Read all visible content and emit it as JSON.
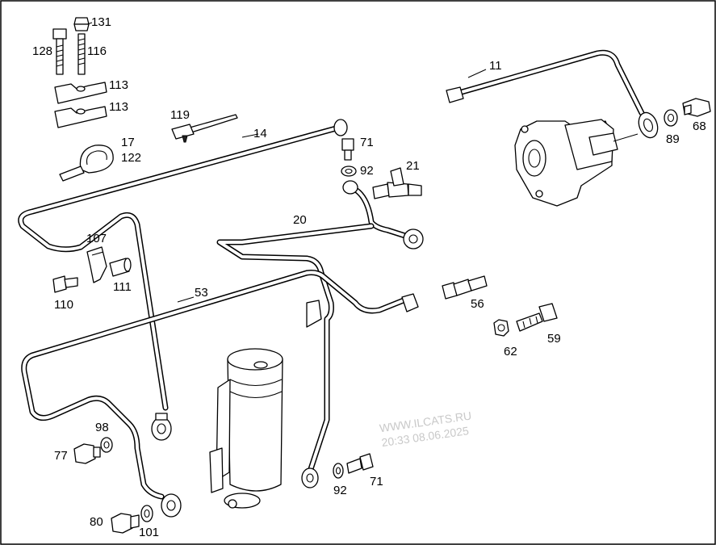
{
  "labels": {
    "p131": "131",
    "p128": "128",
    "p116": "116",
    "p113a": "113",
    "p113b": "113",
    "p119": "119",
    "p14": "14",
    "p17": "17",
    "p122": "122",
    "p11": "11",
    "p71a": "71",
    "p92a": "92",
    "p21": "21",
    "p89": "89",
    "p68": "68",
    "p20": "20",
    "p107": "107",
    "p110": "110",
    "p111": "111",
    "p53": "53",
    "p56": "56",
    "p62": "62",
    "p59": "59",
    "p98": "98",
    "p77": "77",
    "p92b": "92",
    "p71b": "71",
    "p80": "80",
    "p101": "101"
  },
  "watermark": {
    "line1": "WWW.ILCATS.RU",
    "line2": "20:33 08.06.2025"
  }
}
